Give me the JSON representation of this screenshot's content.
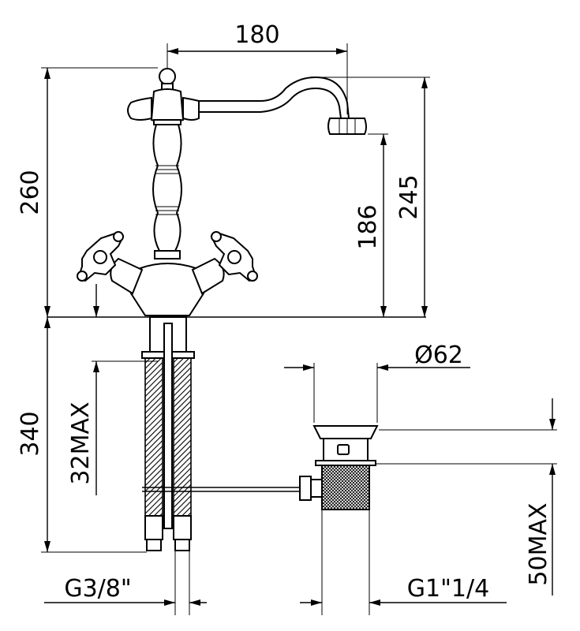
{
  "drawing": {
    "dimensions": {
      "spout_reach": "180",
      "total_height": "260",
      "spout_height": "245",
      "outlet_height": "186",
      "below_deck_length": "340",
      "deck_thickness_max": "32MAX",
      "drain_diameter": "Ø62",
      "basin_thickness_max": "50MAX",
      "inlet_thread": "G3/8\"",
      "drain_thread": "G1\"1/4"
    }
  }
}
